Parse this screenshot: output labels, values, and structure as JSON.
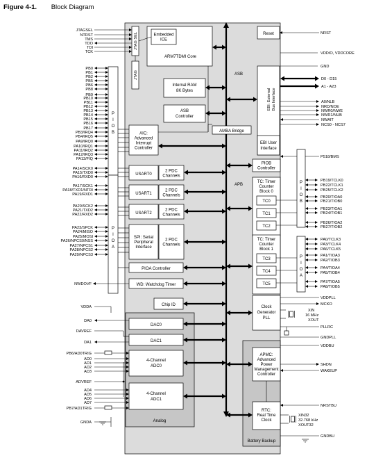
{
  "figure": {
    "number": "Figure 4-1.",
    "title": "Block Diagram"
  },
  "left_pins": {
    "jtag": [
      "JTAGSEL",
      "NTRST",
      "TMS",
      "TDO",
      "TDI",
      "TCK"
    ],
    "piob": [
      "PB0",
      "PB1",
      "PB2",
      "PB5",
      "PB6",
      "PB8",
      "PB9",
      "PB10",
      "PB11",
      "PB12",
      "PB13",
      "PB14",
      "PB15",
      "PB16",
      "PB17",
      "PB3/IRQ4",
      "PB4/IRQ5",
      "PA9/IRQ0",
      "PA10/IRQ1",
      "PA11/IRQ2",
      "PA12/IRQ3",
      "PA13/FIQ"
    ],
    "usart0": [
      "PA14/SCK0",
      "PA15/TXD0",
      "PA16/RXD0"
    ],
    "usart1": [
      "PA17/SCK1",
      "PA18/TXD1/NTRI",
      "PA19/RXD1"
    ],
    "usart2": [
      "PA20/SCK2",
      "PA21/TXD2",
      "PA22/RXD2"
    ],
    "spi": [
      "PA23/SPCK",
      "PA24/MISO",
      "PA25/MOSI",
      "PA26/NPCS0/NSS",
      "PA27/NPCS1",
      "PA28/NPCS2",
      "PA29/NPCS3"
    ],
    "nwdovf": "NWDOVF",
    "vdda": "VDDA",
    "da": [
      "DA0",
      "DAVREF",
      "DA1"
    ],
    "adc0": [
      "PB6/AD0TRIG",
      "AD0",
      "AD1",
      "AD2",
      "AD3"
    ],
    "advref": "ADVREF",
    "adc1": [
      "AD4",
      "AD5",
      "AD6",
      "AD7",
      "PB7/AD1TRIG"
    ],
    "gnda": "GNDA"
  },
  "right_pins": {
    "nrst": "NRST",
    "vddio": "VDDIO, VDDCORE",
    "gnd": "GND",
    "data": "D0 - D15",
    "addr": "A1 - A23",
    "ebi_ctrl": [
      "A0/NLB",
      "NRD/NOE",
      "NWR0/NWE",
      "NWR1/NUB",
      "NWAIT",
      "NCS0 - NCS7"
    ],
    "p18": "P518/BMS",
    "tc0": [
      "PB19/TCLK0",
      "PB22/TCLK1",
      "PB25/TCLK2",
      "PB20/TIOA0",
      "PB21/TIOB0",
      "PB23/TIOA1",
      "PB24/TIOB1",
      "PB26/TIOA2",
      "PB27/TIOB2"
    ],
    "tc1": [
      "PA0/TCLK3",
      "PA3/TCLK4",
      "PA6/TCLK5",
      "PA1/TIOA3",
      "PA2/TIOB3",
      "PA4/TIOA4",
      "PA5/TIOB4",
      "PA7/TIOA5",
      "PA8/TIOB5"
    ],
    "vddpll": "VDDPLL",
    "mcko": "MCKO",
    "xtal": [
      "XIN",
      "16 MHz",
      "XOUT"
    ],
    "pllrc": "PLLRC",
    "gndpll": "GNDPLL",
    "vddbu": "VDDBU",
    "apmc": [
      "SHDN",
      "WAKEUP"
    ],
    "nrstbu": "NRSTBU",
    "rtc_xtal": [
      "XIN32",
      "32.768 kHz",
      "XOUT32"
    ],
    "gndbu": "GNDBU"
  },
  "blocks": {
    "jtag_sel": "JTAG SEL",
    "jtag": "JTAG",
    "embedded_ice": [
      "Embedded",
      "ICE"
    ],
    "arm_core": "ARM7TDMI Core",
    "reset": "Reset",
    "ram": [
      "Internal RAM",
      "8K Bytes"
    ],
    "asb_ctrl": [
      "ASB",
      "Controller"
    ],
    "amba": "AMBA Bridge",
    "ebi": [
      "EBI: External",
      "Bus Interface"
    ],
    "ebi_user": [
      "EBI User",
      "Interface"
    ],
    "aic": [
      "AIC:",
      "Advanced",
      "Interrupt",
      "Controller"
    ],
    "usart0": "USART0",
    "usart1": "USART1",
    "usart2": "USART2",
    "pdc": [
      "2 PDC",
      "Channels"
    ],
    "spi": [
      "SPI: Serial",
      "Peripheral",
      "Interface"
    ],
    "pioa_ctrl": "PIOA Controller",
    "wd": "WD: Watchdog Timer",
    "chip_id": "Chip ID",
    "pio_b": "PIOB",
    "pio_a": "PIOA",
    "piob_ctrl": [
      "PIOB",
      "Controller"
    ],
    "tcb0": [
      "TC: Timer",
      "Counter",
      "Block 0"
    ],
    "tcb1": [
      "TC: Timer",
      "Counter",
      "Block 1"
    ],
    "tc": [
      "TC0",
      "TC1",
      "TC2",
      "TC3",
      "TC4",
      "TC5"
    ],
    "pio_tc0": "PIOB",
    "pio_tc1": "PIOA",
    "dac0": "DAC0",
    "dac1": "DAC1",
    "adc0": [
      "4-Channel",
      "ADC0"
    ],
    "adc1": [
      "4-Channel",
      "ADC1"
    ],
    "analog": "Analog",
    "clock": [
      "Clock",
      "Generator",
      "PLL"
    ],
    "apmc": [
      "APMC:",
      "Advanced",
      "Power",
      "Management",
      "Controller"
    ],
    "rtc": [
      "RTC:",
      "Real Time",
      "Clock"
    ],
    "battery": "Battery Backup",
    "asb_bus": "ASB",
    "apb_bus": "APB"
  }
}
